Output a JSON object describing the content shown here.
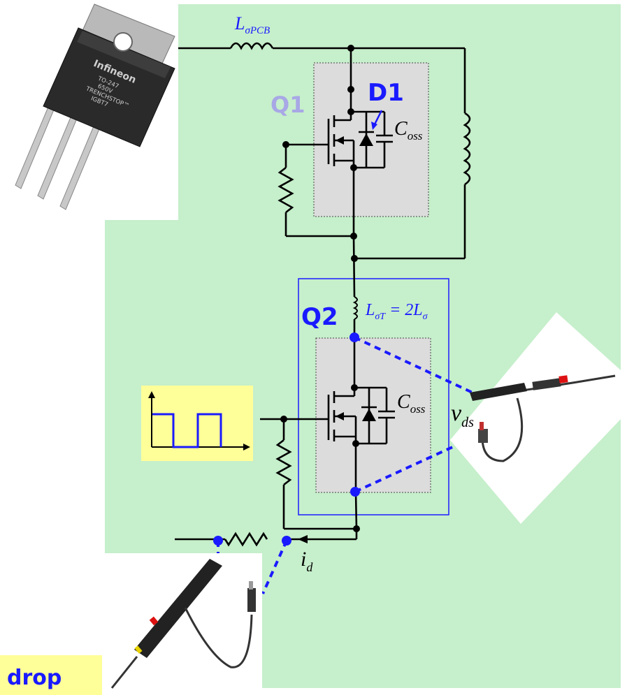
{
  "colors": {
    "green_area": "#c6efcb",
    "gray_box": "#dcdcdc",
    "yellow_box": "#ffff99",
    "blue": "#1a1aff",
    "q1_label": "#a8a8e6"
  },
  "labels": {
    "q1": "Q1",
    "d1": "D1",
    "q2": "Q2",
    "coss_top": "C",
    "coss_top_sub": "oss",
    "coss_bottom": "C",
    "coss_bottom_sub": "oss",
    "l_pcb": "L",
    "l_pcb_sub": "σPCB",
    "l_t_main": "L",
    "l_t_sub1": "σT",
    "l_t_eq": " = 2L",
    "l_t_sub2": "σ",
    "vds": "v",
    "vds_sub": "ds",
    "id": "i",
    "id_sub": "d",
    "drop": "drop"
  },
  "package_label": {
    "brand": "Infineon",
    "line1": "TO-247",
    "line2": "650V",
    "line3": "TRENCHSTOP™",
    "line4": "IGBT7"
  },
  "icons": {
    "transistor_photo": "to247-package-icon",
    "probe_right": "oscilloscope-probe-icon",
    "probe_bottom": "oscilloscope-probe-icon"
  }
}
